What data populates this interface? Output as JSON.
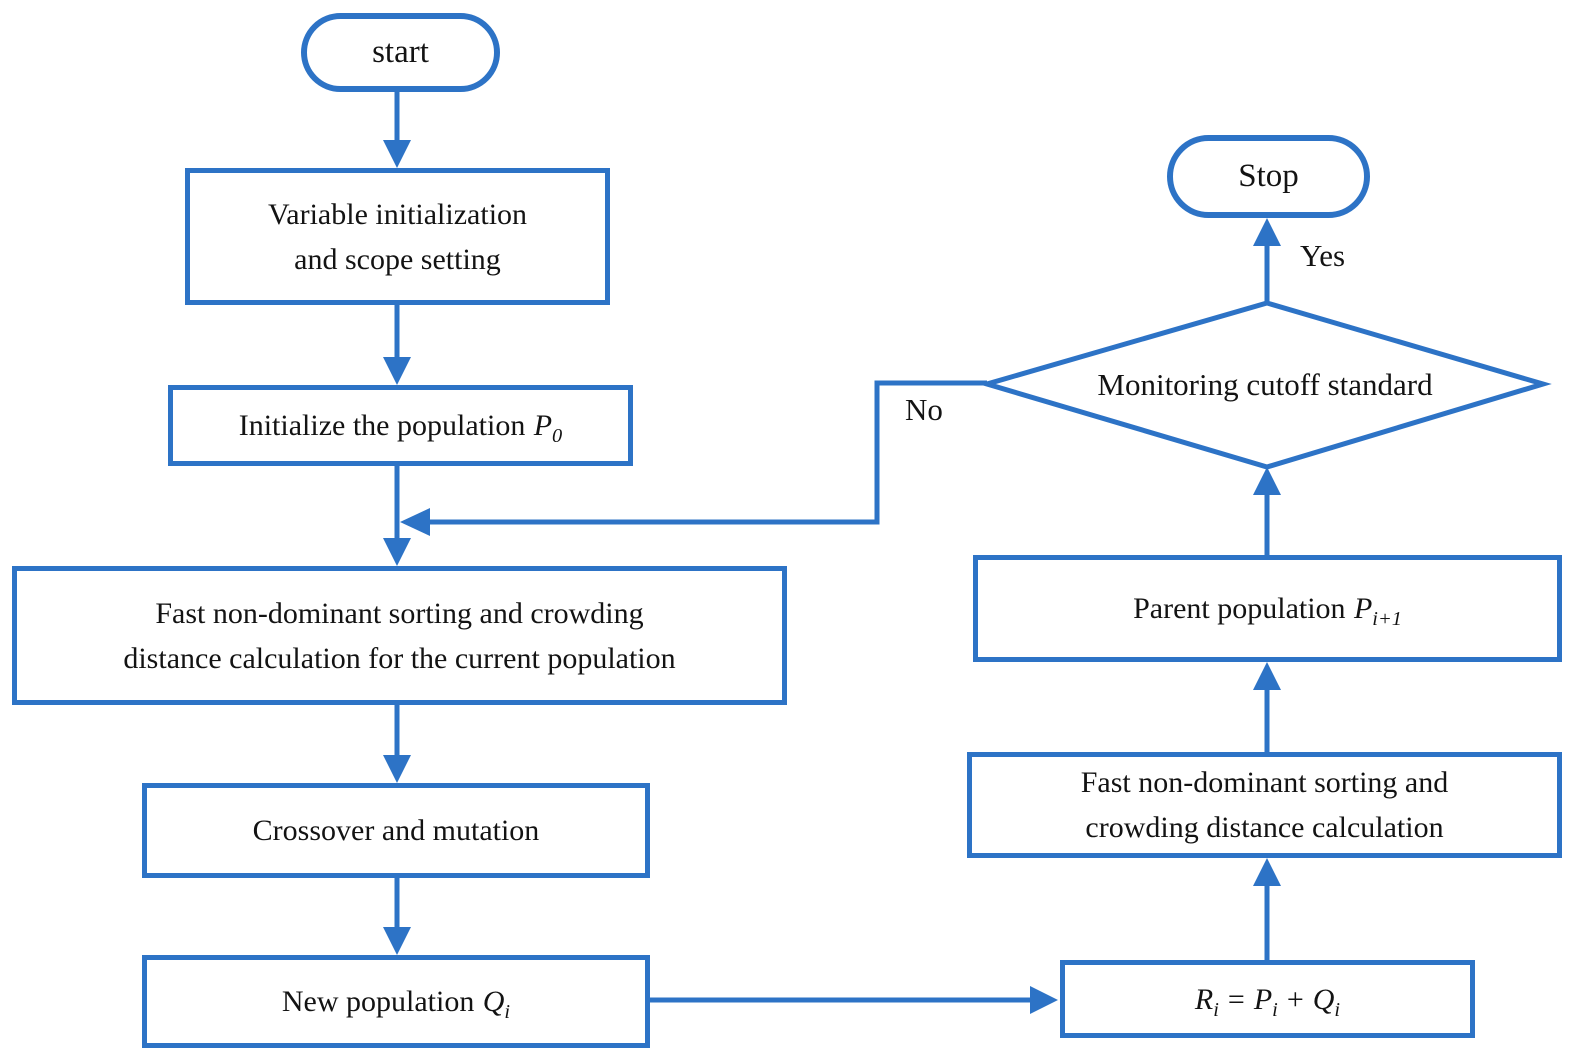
{
  "figure": {
    "accent_color": "#2d73c6",
    "text_color": "#131313",
    "nodes": {
      "start": {
        "label": "start"
      },
      "variable_init": {
        "label": "Variable initialization\nand scope setting"
      },
      "init_population": {
        "text": "Initialize the population",
        "var": "P",
        "sub": "0"
      },
      "fast_nd_current": {
        "label": "Fast non-dominant sorting and crowding\ndistance calculation for the current population"
      },
      "crossover": {
        "label": "Crossover and mutation"
      },
      "new_population": {
        "text": "New population",
        "var": "Q",
        "sub": "i"
      },
      "combine": {
        "lhs": "R",
        "lhs_sub": "i",
        "eq": "=",
        "mid": "P",
        "mid_sub": "i",
        "plus": "+",
        "rhs": "Q",
        "rhs_sub": "i"
      },
      "fast_nd": {
        "label": "Fast non-dominant sorting and\ncrowding distance calculation"
      },
      "parent_population": {
        "text": "Parent population",
        "var": "P",
        "sub": "i+1"
      },
      "decision": {
        "label": "Monitoring cutoff standard"
      },
      "stop": {
        "label": "Stop"
      }
    },
    "edge_labels": {
      "yes": "Yes",
      "no": "No"
    }
  }
}
